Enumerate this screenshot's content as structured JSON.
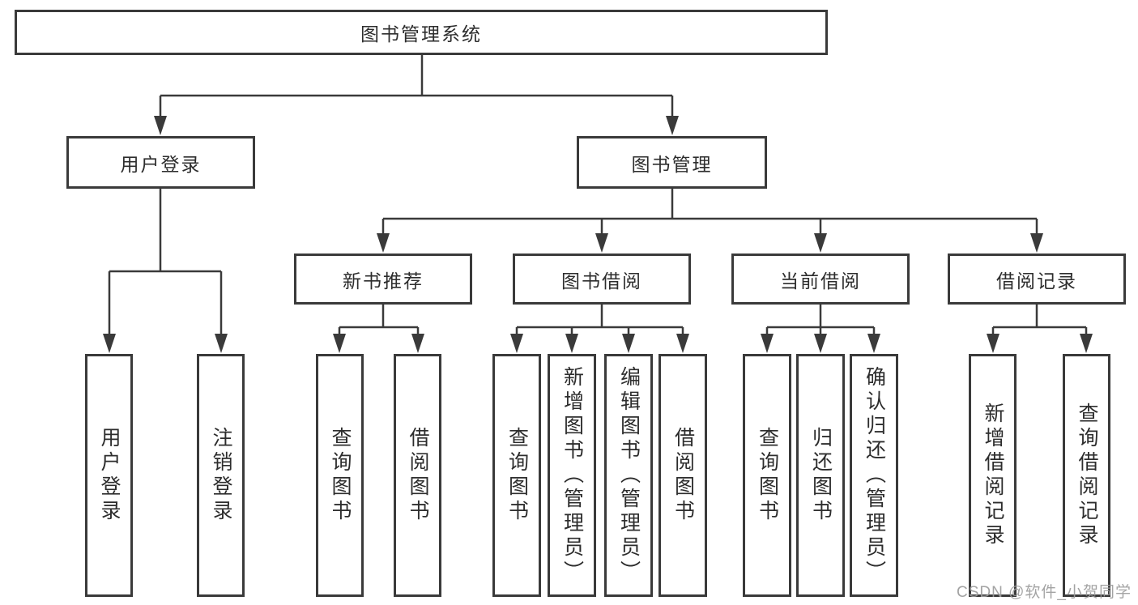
{
  "diagram": {
    "root": {
      "label": "图书管理系统"
    },
    "branches": [
      {
        "label": "用户登录",
        "children": [
          {
            "label": "用户登录"
          },
          {
            "label": "注销登录"
          }
        ]
      },
      {
        "label": "图书管理",
        "children": [
          {
            "label": "新书推荐",
            "children": [
              {
                "label": "查询图书"
              },
              {
                "label": "借阅图书"
              }
            ]
          },
          {
            "label": "图书借阅",
            "children": [
              {
                "label": "查询图书"
              },
              {
                "label": "新增图书（管理员）"
              },
              {
                "label": "编辑图书（管理员）"
              },
              {
                "label": "借阅图书"
              }
            ]
          },
          {
            "label": "当前借阅",
            "children": [
              {
                "label": "查询图书"
              },
              {
                "label": "归还图书"
              },
              {
                "label": "确认归还（管理员）"
              }
            ]
          },
          {
            "label": "借阅记录",
            "children": [
              {
                "label": "新增借阅记录"
              },
              {
                "label": "查询借阅记录"
              }
            ]
          }
        ]
      }
    ]
  },
  "watermark": {
    "text": "CSDN @软件_小贺同学"
  },
  "colors": {
    "line": "#3a3a3a",
    "text": "#2d2d2d",
    "background": "#ffffff",
    "watermark": "#9b9b9b"
  }
}
